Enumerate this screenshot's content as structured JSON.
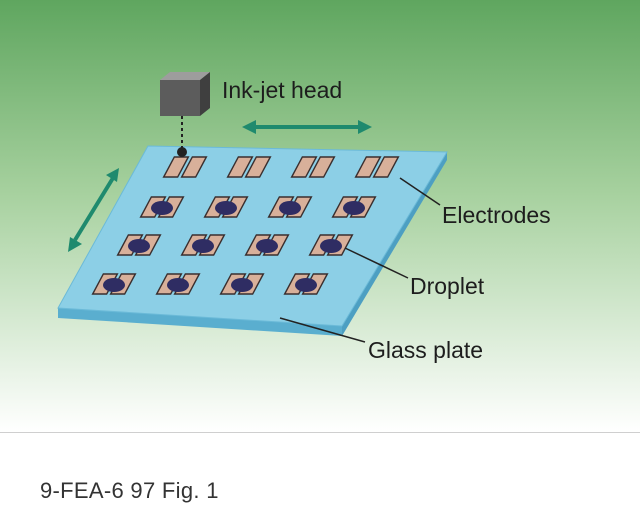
{
  "figure": {
    "labels": {
      "inkjet_head": "Ink-jet head",
      "electrodes": "Electrodes",
      "droplet": "Droplet",
      "glass_plate": "Glass plate"
    },
    "caption": "9-FEA-6 97  Fig. 1",
    "grid": {
      "rows": 4,
      "cols": 4,
      "droplet_rows": 3
    },
    "colors": {
      "background_top": "#5fa65f",
      "background_bottom": "#ffffff",
      "plate_top": "#8ccfe6",
      "plate_edge": "#5aaecf",
      "electrode": "#d8b09a",
      "droplet": "#2f2d63",
      "arrow": "#1f8a6e",
      "head": "#555555"
    }
  }
}
